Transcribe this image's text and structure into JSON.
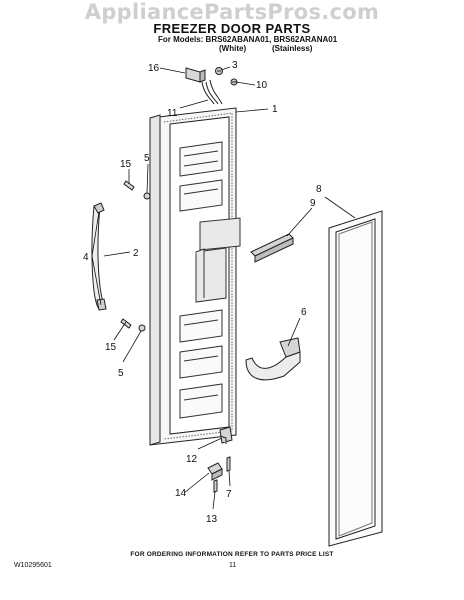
{
  "watermark": "AppliancePartsPros.com",
  "header": {
    "title": "FREEZER DOOR PARTS",
    "models": "For Models: BRS62ABANA01, BRS62ARANA01",
    "variant_white": "(White)",
    "variant_stainless": "(Stainless)"
  },
  "callouts": {
    "c1": "1",
    "c2": "2",
    "c3": "3",
    "c4": "4",
    "c5a": "5",
    "c5b": "5",
    "c6": "6",
    "c7": "7",
    "c8": "8",
    "c9": "9",
    "c10": "10",
    "c11": "11",
    "c12": "12",
    "c13": "13",
    "c14": "14",
    "c15a": "15",
    "c15b": "15",
    "c16": "16"
  },
  "footer": {
    "ordering_note": "FOR ORDERING INFORMATION REFER TO PARTS PRICE LIST",
    "doc_number": "W10295601",
    "page_number": "11"
  }
}
